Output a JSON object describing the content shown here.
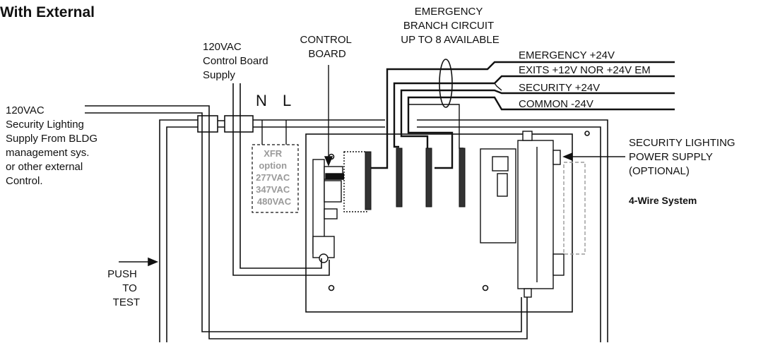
{
  "title": "With External",
  "labels": {
    "emergency_circuit": [
      "EMERGENCY",
      "BRANCH CIRCUIT",
      "UP TO 8 AVAILABLE"
    ],
    "control_board": [
      "CONTROL",
      "BOARD"
    ],
    "control_supply": [
      "120VAC",
      "Control Board",
      "Supply"
    ],
    "security_supply": [
      "120VAC",
      "Security Lighting",
      "Supply From BLDG",
      "management sys.",
      "or other external",
      "Control."
    ],
    "neutral": "N",
    "line": "L",
    "xfr_option": [
      "XFR",
      "option",
      "277VAC",
      "347VAC",
      "480VAC"
    ],
    "wires": [
      "EMERGENCY +24V",
      "EXITS +12V NOR +24V EM",
      "SECURITY +24V",
      "COMMON -24V"
    ],
    "security_power_supply": [
      "SECURITY LIGHTING",
      "POWER SUPPLY",
      "(OPTIONAL)"
    ],
    "system_type": "4-Wire System",
    "push_to_test": [
      "PUSH",
      "TO",
      "TEST"
    ]
  },
  "colors": {
    "line": "#111111",
    "dashed": "#9a9a9a",
    "xfr_text": "#9a9a9a"
  }
}
